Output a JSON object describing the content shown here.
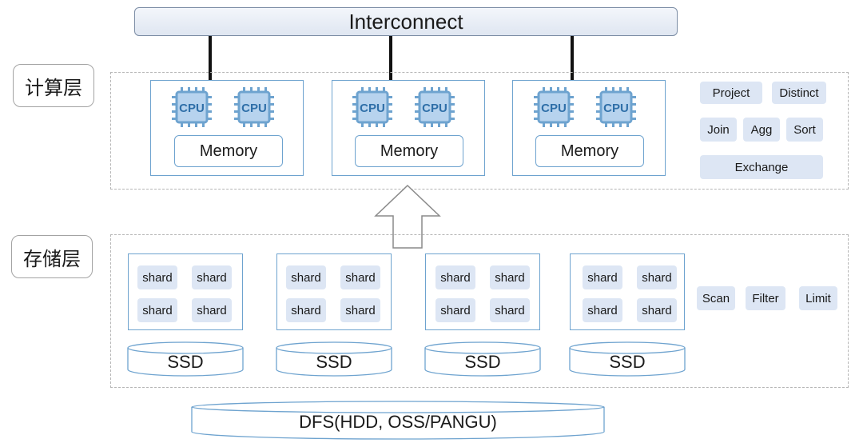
{
  "interconnect": "Interconnect",
  "compute_layer": {
    "label": "计算层",
    "nodes": [
      {
        "cpus": [
          "CPU",
          "CPU"
        ],
        "memory": "Memory"
      },
      {
        "cpus": [
          "CPU",
          "CPU"
        ],
        "memory": "Memory"
      },
      {
        "cpus": [
          "CPU",
          "CPU"
        ],
        "memory": "Memory"
      }
    ],
    "operators": [
      "Project",
      "Distinct",
      "Join",
      "Agg",
      "Sort",
      "Exchange"
    ]
  },
  "storage_layer": {
    "label": "存储层",
    "nodes": [
      {
        "shards": [
          "shard",
          "shard",
          "shard",
          "shard"
        ],
        "disk": "SSD"
      },
      {
        "shards": [
          "shard",
          "shard",
          "shard",
          "shard"
        ],
        "disk": "SSD"
      },
      {
        "shards": [
          "shard",
          "shard",
          "shard",
          "shard"
        ],
        "disk": "SSD"
      },
      {
        "shards": [
          "shard",
          "shard",
          "shard",
          "shard"
        ],
        "disk": "SSD"
      }
    ],
    "operators": [
      "Scan",
      "Filter",
      "Limit"
    ]
  },
  "dfs": "DFS(HDD, OSS/PANGU)",
  "colors": {
    "accent_blue": "#6ea3cf",
    "op_fill": "#dde6f4",
    "chip_fill": "#b7d3ee"
  },
  "icons": {
    "cpu": "cpu-chip-icon",
    "disk": "disk-cylinder-icon",
    "arrow": "up-arrow-icon"
  }
}
